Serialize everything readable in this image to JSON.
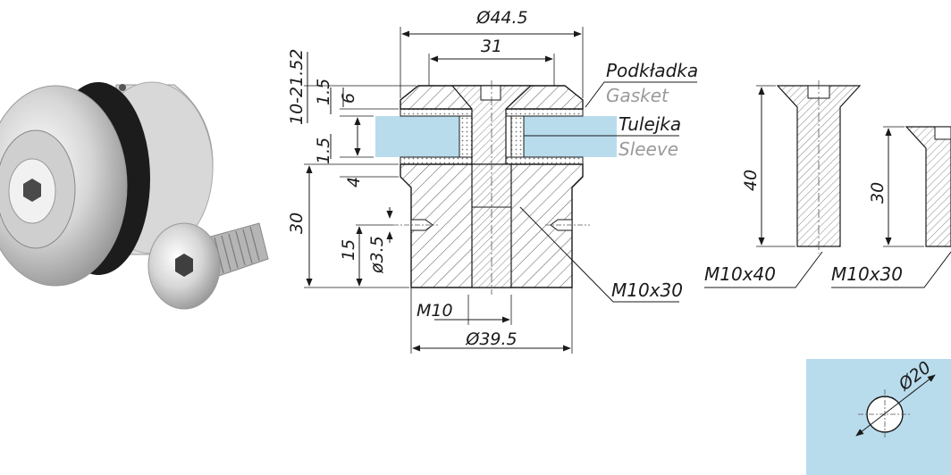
{
  "dimensions": {
    "outer_diameter": "Ø44.5",
    "top_width": "31",
    "glass_thickness": "10-21.52",
    "gasket_top": "1.5",
    "cap_height": "6",
    "gasket_bottom": "1.5",
    "sleeve_gap": "4",
    "base_height": "30",
    "side_hole_height": "15",
    "side_hole_diameter": "ø3.5",
    "thread": "M10",
    "base_diameter": "Ø39.5",
    "screw_length_long": "40",
    "screw_length_short": "30",
    "glass_hole_diameter": "Ø20"
  },
  "labels": {
    "gasket_pl": "Podkładka",
    "gasket_en": "Gasket",
    "sleeve_pl": "Tulejka",
    "sleeve_en": "Sleeve",
    "screw_center": "M10x30",
    "screw_long": "M10x40",
    "screw_short": "M10x30"
  },
  "colors": {
    "glass": "#b9dced",
    "steel_light": "#e4e4e4",
    "steel_dark": "#8d8d8d",
    "line": "#1a1a1a",
    "secondary_text": "#9a9a9a"
  }
}
